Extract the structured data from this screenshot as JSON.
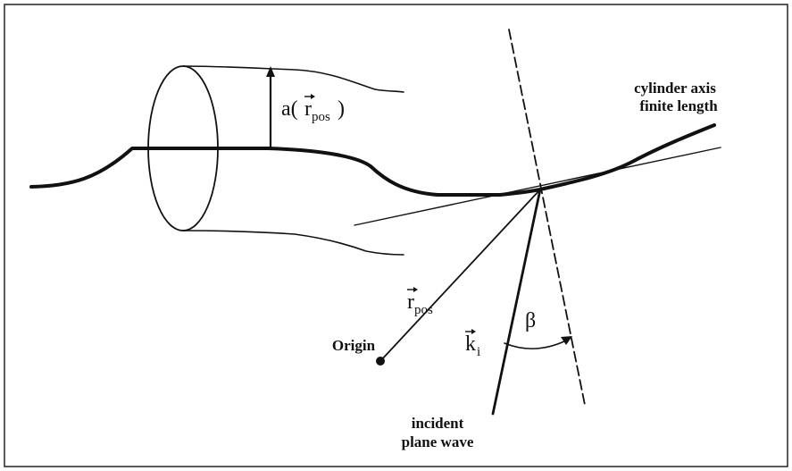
{
  "labels": {
    "radius_func": "a(",
    "radius_r": "r",
    "radius_sub": "pos",
    "radius_close": ")",
    "axis_line1": "cylinder axis",
    "axis_line2": "finite length",
    "rpos_r": "r",
    "rpos_sub": "pos",
    "origin": "Origin",
    "k_main": "k",
    "k_sub": "i",
    "beta": "β",
    "wave_line1": "incident",
    "wave_line2": "plane wave"
  }
}
